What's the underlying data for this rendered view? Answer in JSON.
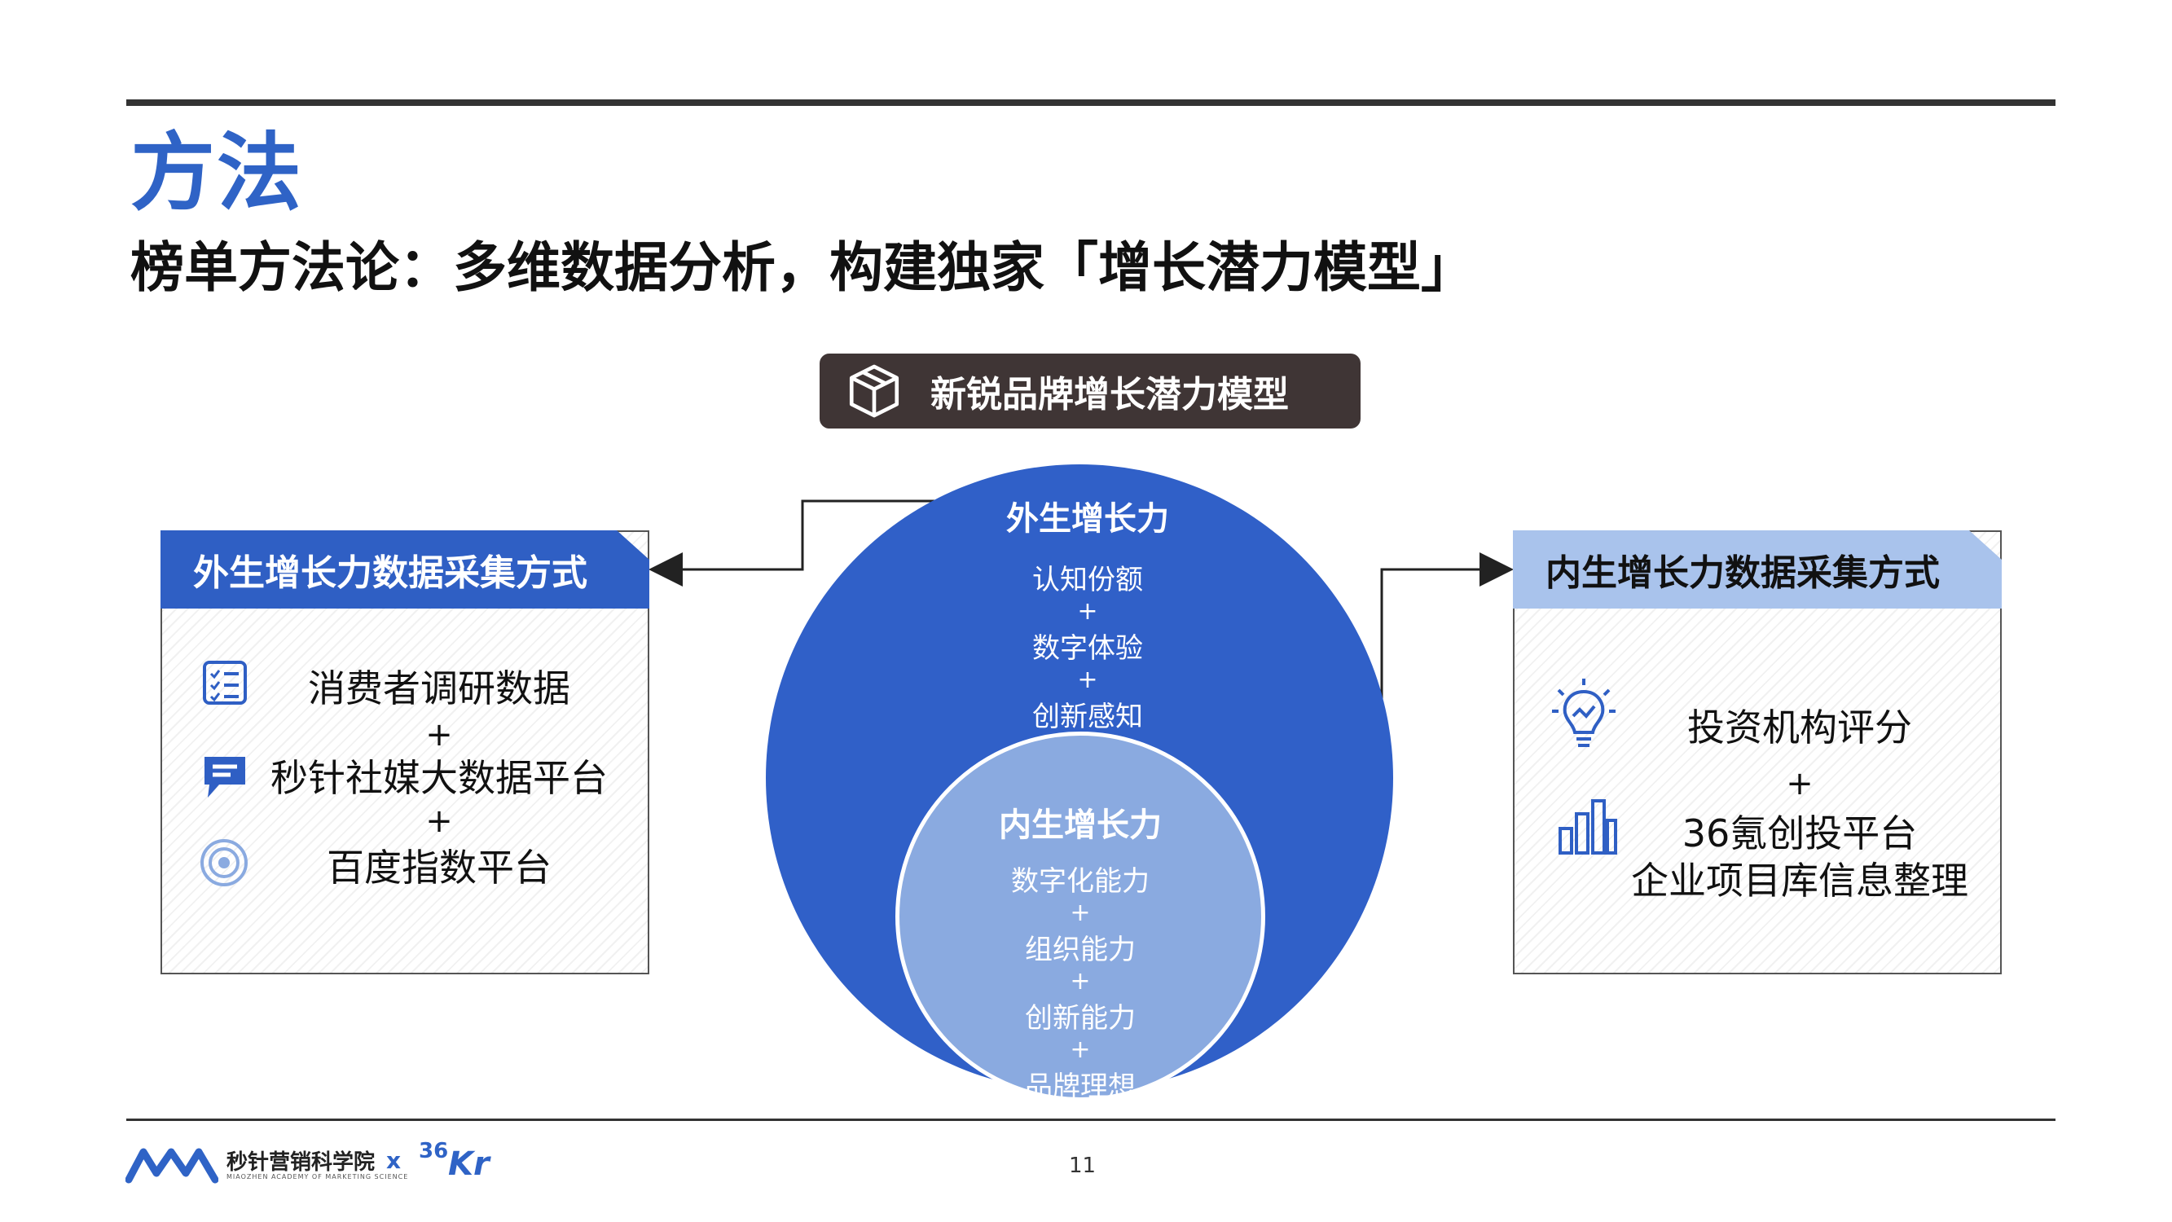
{
  "header": {
    "title": "方法",
    "subtitle": "榜单方法论：多维数据分析，构建独家「增长潜力模型」"
  },
  "model": {
    "label": "新锐品牌增长潜力模型",
    "icon": "cube-icon"
  },
  "outer_circle": {
    "title": "外生增长力",
    "lines": [
      "认知份额",
      "数字体验",
      "创新感知"
    ],
    "joiner": "+"
  },
  "inner_circle": {
    "title": "内生增长力",
    "lines": [
      "数字化能力",
      "组织能力",
      "创新能力",
      "品牌理想"
    ],
    "joiner": "+"
  },
  "left_panel": {
    "title": "外生增长力数据采集方式",
    "items": [
      "消费者调研数据",
      "秒针社媒大数据平台",
      "百度指数平台"
    ],
    "joiner": "+"
  },
  "right_panel": {
    "title": "内生增长力数据采集方式",
    "items": [
      "投资机构评分",
      "36氪创投平台",
      "企业项目库信息整理"
    ],
    "joiner": "+"
  },
  "footer": {
    "brand": "秒针营销科学院",
    "brand_sub": "MIAOZHEN ACADEMY OF MARKETING SCIENCE",
    "x": "x",
    "partner_num": "36",
    "partner_txt": "Kr",
    "page": "11"
  },
  "colors": {
    "accent_blue": "#2f63c6",
    "outer_circle": "#3060c8",
    "inner_circle": "#8aaae0",
    "left_panel_header": "#2f5fc4",
    "right_panel_header": "#a9c3ec",
    "model_header": "#3f3535"
  }
}
